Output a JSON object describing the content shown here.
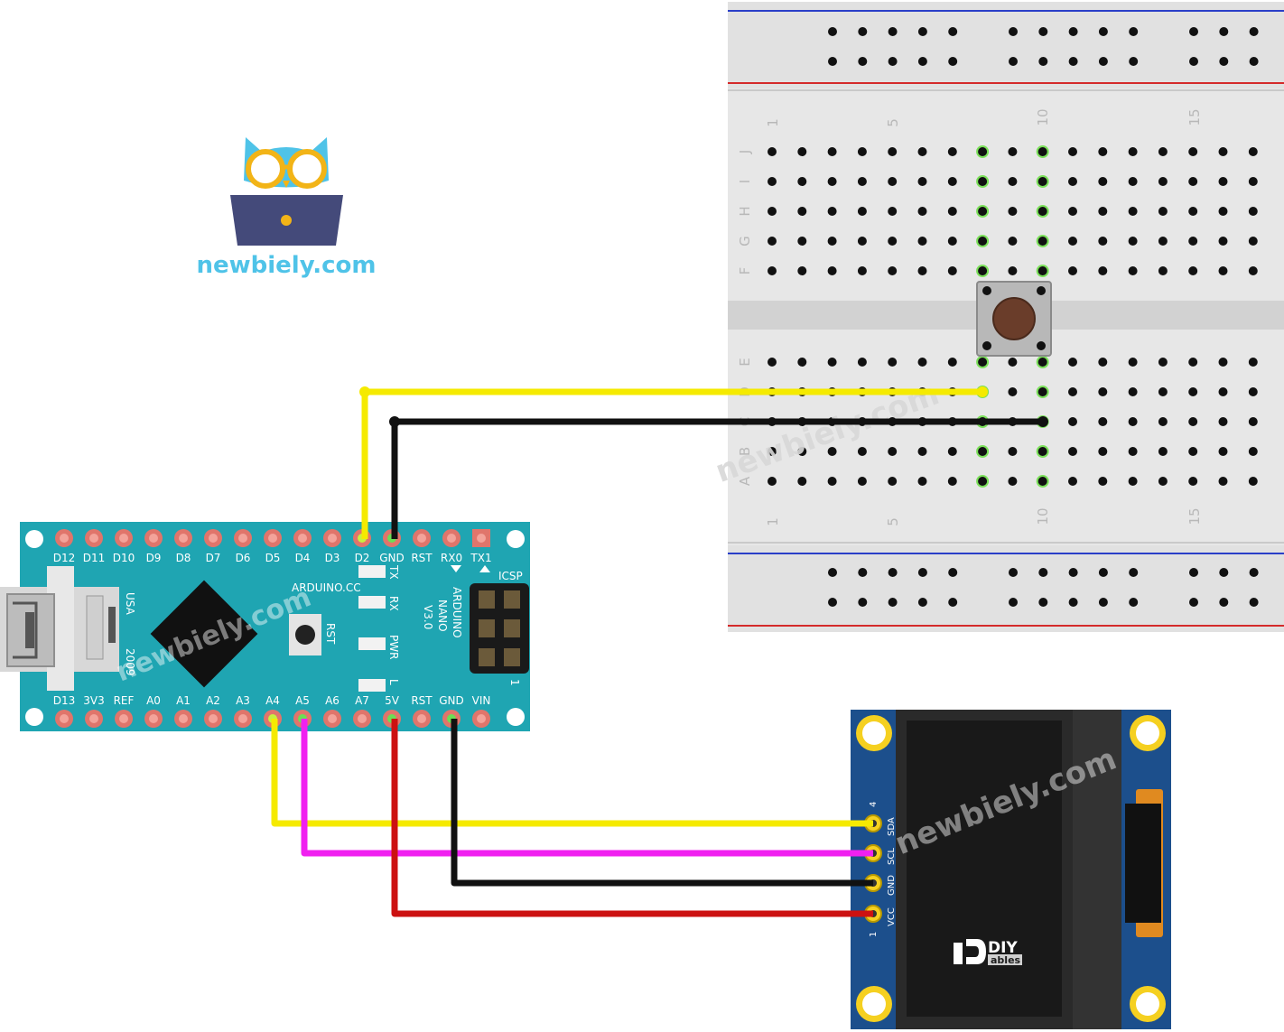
{
  "logo": {
    "text": "newbiely.com"
  },
  "watermark": {
    "text": "newbiely.com"
  },
  "arduino": {
    "top_pins": [
      "D12",
      "D11",
      "D10",
      "D9",
      "D8",
      "D7",
      "D6",
      "D5",
      "D4",
      "D3",
      "D2",
      "GND",
      "RST",
      "RX0",
      "TX1"
    ],
    "bottom_pins": [
      "D13",
      "3V3",
      "REF",
      "A0",
      "A1",
      "A2",
      "A3",
      "A4",
      "A5",
      "A6",
      "A7",
      "5V",
      "RST",
      "GND",
      "VIN"
    ],
    "site": "ARDUINO.CC",
    "model_line1": "ARDUINO",
    "model_line2": "NANO",
    "model_line3": "V3.0",
    "usa": "USA",
    "year": "2009",
    "rst": "RST",
    "icsp": "ICSP",
    "icsp_pin1": "1",
    "led_labels": [
      "TX",
      "RX",
      "PWR",
      "L"
    ]
  },
  "breadboard": {
    "top_rows": [
      "J",
      "I",
      "H",
      "G",
      "F"
    ],
    "bottom_rows": [
      "E",
      "D",
      "C",
      "B",
      "A"
    ],
    "col_numbers": [
      "1",
      "5",
      "10",
      "15"
    ]
  },
  "oled": {
    "pins": [
      "SDA",
      "SCL",
      "GND",
      "VCC"
    ],
    "pin_first": "4",
    "pin_last": "1",
    "brand_big": "DIY",
    "brand_small": "ables"
  },
  "colors": {
    "yellow_wire": "#f5ea00",
    "black_wire": "#111111",
    "magenta_wire": "#f020f0",
    "red_wire": "#cc1111",
    "arduino_board": "#1fa5b2",
    "oled_board": "#1c4f8c"
  }
}
